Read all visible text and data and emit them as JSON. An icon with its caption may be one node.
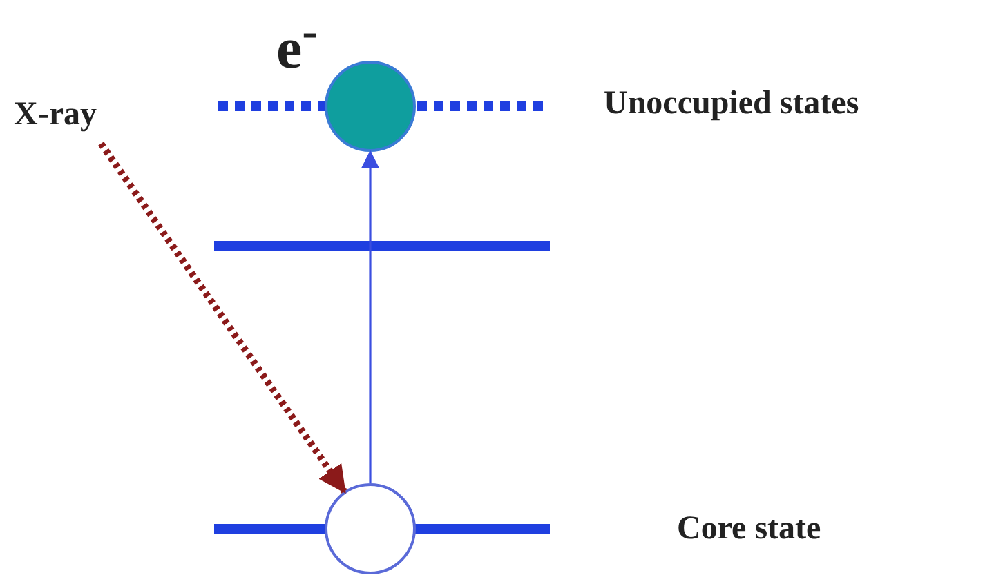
{
  "diagram": {
    "nodes": [
      {
        "text": [
          "X-ray"
        ]
      },
      {
        "text": [],
        "shape": "circle",
        "beside": [
          "e$^{-}$"
        ]
      },
      {
        "text": [],
        "shape": "circle"
      }
    ],
    "edges": [
      {
        "from": 0,
        "to": 2,
        "arrow": "to",
        "style": "dashed",
        "color": "#8b1a1a"
      },
      {
        "from": 2,
        "to": 1,
        "arrow": "to",
        "color": "#3a4ee0"
      }
    ],
    "labels": [
      "Unoccupied states",
      "Core state"
    ]
  }
}
